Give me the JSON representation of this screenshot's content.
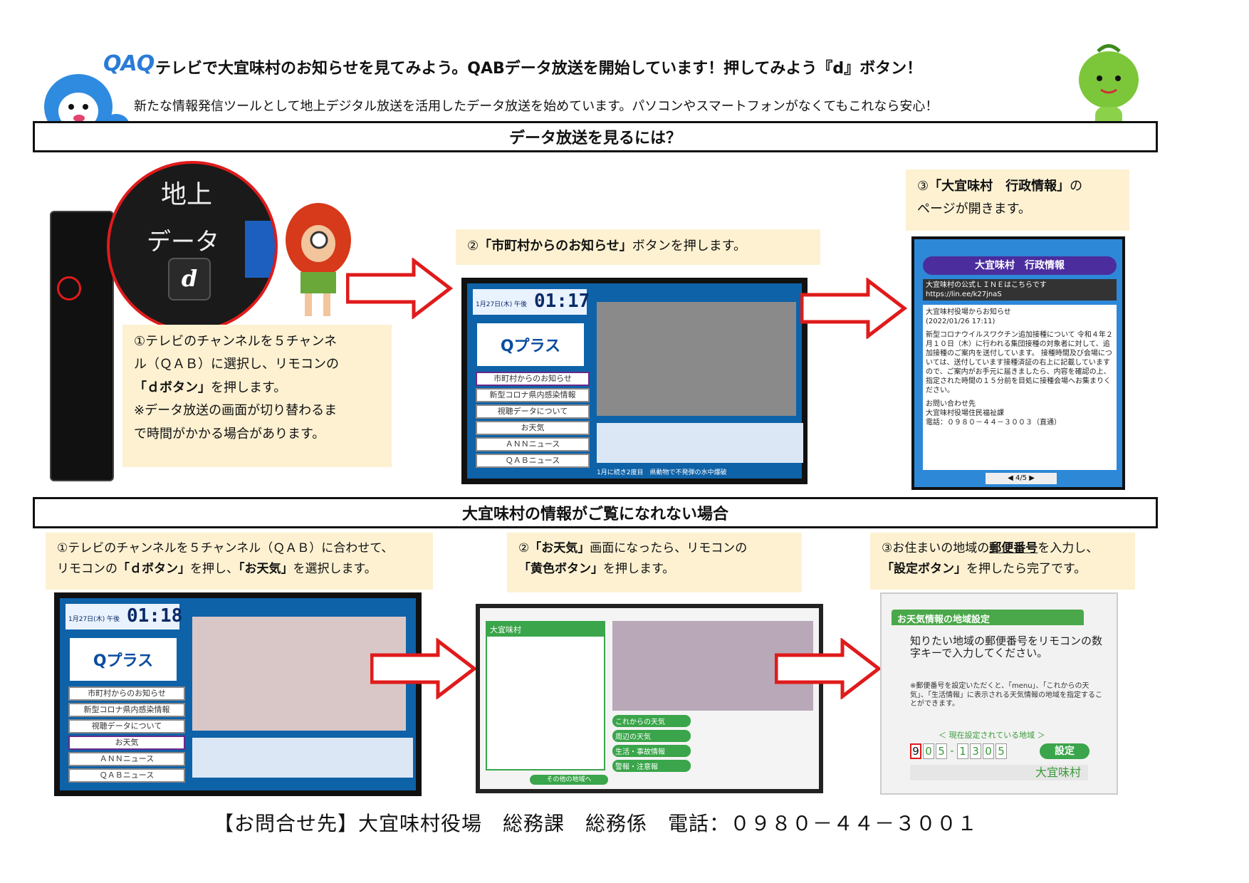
{
  "header": {
    "logo_text": "QAQ",
    "title": "テレビで大宜味村のお知らせを見てみよう。QABデータ放送を開始しています！押してみよう『d』ボタン！",
    "intro": "新たな情報発信ツールとして地上デジタル放送を活用したデータ放送を始めています。パソコンやスマートフォンがなくてもこれなら安心！"
  },
  "section1": {
    "heading": "データ放送を見るには？",
    "remote_keys": [
      "地上",
      "データ",
      "d"
    ],
    "step1": {
      "line1": "①テレビのチャンネルを５チャンネ",
      "line2": "ル（ＱＡＢ）に選択し、リモコンの",
      "line3_bold": "「ｄボタン」",
      "line3_rest": "を押します。",
      "line4": "※データ放送の画面が切り替わるま",
      "line5": "で時間がかかる場合があります。"
    },
    "step2": {
      "prefix": "②",
      "bold": "「市町村からのお知らせ」",
      "rest": "ボタンを押します。"
    },
    "step3": {
      "prefix": "③",
      "bold": "「大宜味村　行政情報」",
      "rest": "の",
      "line2": "ページが開きます。"
    },
    "tv1": {
      "date": "1月27日(木) 午後",
      "time": "01:17",
      "brand": "Qプラス",
      "menu": [
        "市町村からのお知らせ",
        "新型コロナ県内感染情報",
        "視聴データについて",
        "お天気",
        "ＡＮＮニュース",
        "ＱＡＢニュース"
      ],
      "news": "1月に続き2度目　県動物で不発弾の水中爆破"
    },
    "tv2": {
      "header": "大宜味村　行政情報",
      "line_title": "大宜味村の公式ＬＩＮＥはこちらです",
      "url": "https://lin.ee/k27jnaS",
      "sender": "大宜味村役場からお知らせ",
      "date": "(2022/01/26 17:11)",
      "body": "新型コロナウイルスワクチン追加接種について 令和４年２月１０日（木）に行われる集団接種の対象者に対して、追加接種のご案内を送付しています。 接種時間及び会場については、送付しています接種済証の右上に記載していますので、ご案内がお手元に届きましたら、内容を確認の上、指定された時間の１５分前を目処に接種会場へお集まりください。",
      "contact_label": "お問い合わせ先",
      "contact_dept": "大宜味村役場住民福祉課",
      "contact_tel": "電話：０９８０－４４－３００３（直通）",
      "page": "4/5"
    }
  },
  "section2": {
    "heading": "大宜味村の情報がご覧になれない場合",
    "step1": {
      "line1": "①テレビのチャンネルを５チャンネル（ＱＡＢ）に合わせて、",
      "line2_pre": "リモコンの",
      "line2_bold1": "「ｄボタン」",
      "line2_mid": "を押し、",
      "line2_bold2": "「お天気」",
      "line2_rest": "を選択します。"
    },
    "step2": {
      "line1_pre": "②",
      "line1_bold": "「お天気」",
      "line1_rest": "画面になったら、リモコンの",
      "line2_bold": "「黄色ボタン」",
      "line2_rest": "を押します。"
    },
    "step3": {
      "line1_pre": "③お住まいの地域の",
      "line1_bold": "郵便番号",
      "line1_rest": "を入力し、",
      "line2_bold": "「設定ボタン」",
      "line2_rest": "を押したら完了です。"
    },
    "tv1": {
      "date": "1月27日(木) 午後",
      "time": "01:18",
      "brand": "Qプラス",
      "menu": [
        "市町村からのお知らせ",
        "新型コロナ県内感染情報",
        "視聴データについて",
        "お天気",
        "ＡＮＮニュース",
        "ＱＡＢニュース"
      ]
    },
    "tv2": {
      "place": "大宜味村",
      "menu": [
        "これからの天気",
        "周辺の天気",
        "生活・事故情報",
        "警報・注意報"
      ],
      "more": "その他の地域へ"
    },
    "tv3": {
      "title": "お天気情報の地域設定",
      "msg": "知りたい地域の郵便番号をリモコンの数字キーで入力してください。",
      "note": "※郵便番号を設定いただくと、「menu」、「これからの天気」、「生活情報」に表示される天気情報の地域を指定することができます。",
      "current_label": "＜ 現在設定されている地域 ＞",
      "postal": [
        "9",
        "0",
        "5",
        "-",
        "1",
        "3",
        "0",
        "5"
      ],
      "set_button": "設定",
      "area": "大宜味村"
    }
  },
  "footer": {
    "contact": "【お問合せ先】大宜味村役場　総務課　総務係　電話：０９８０－４４－３００１"
  },
  "colors": {
    "arrow_red": "#e01b1b",
    "note_bg": "#fdf1d2",
    "tv_blue": "#0e62a8"
  }
}
